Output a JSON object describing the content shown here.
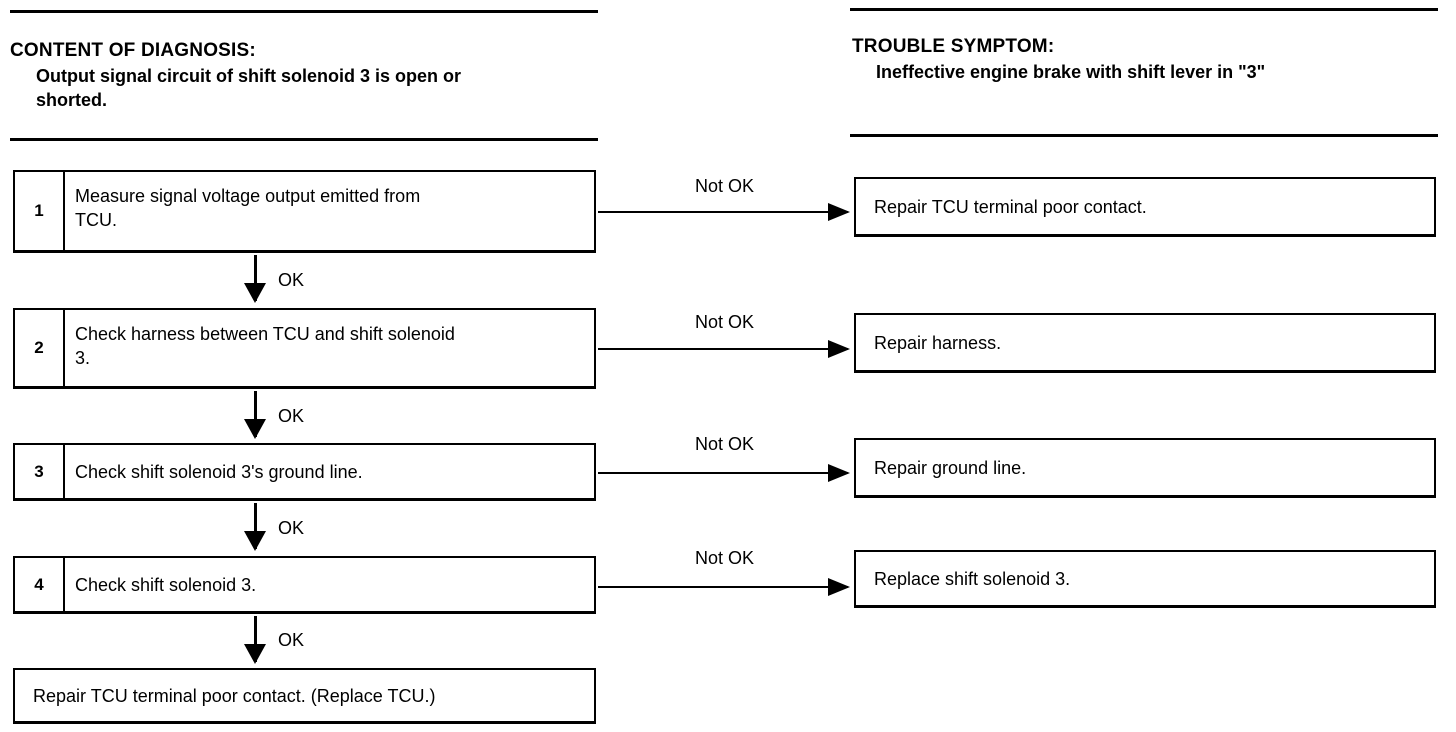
{
  "diagnosis": {
    "title": "CONTENT OF DIAGNOSIS:",
    "line1": "Output signal circuit of shift solenoid 3 is open or",
    "line2": "shorted."
  },
  "symptom": {
    "title": "TROUBLE SYMPTOM:",
    "text": "Ineffective engine brake with shift lever in \"3\""
  },
  "steps": [
    {
      "num": "1",
      "line1": "Measure signal voltage output emitted from",
      "line2": "TCU.",
      "branch": "Not OK",
      "result": "Repair TCU terminal poor contact."
    },
    {
      "num": "2",
      "line1": "Check harness between TCU and shift solenoid",
      "line2": "3.",
      "branch": "Not OK",
      "result": "Repair harness."
    },
    {
      "num": "3",
      "line1": "Check shift solenoid 3's ground line.",
      "line2": "",
      "branch": "Not OK",
      "result": "Repair ground line."
    },
    {
      "num": "4",
      "line1": "Check shift solenoid 3.",
      "line2": "",
      "branch": "Not OK",
      "result": "Replace shift solenoid 3."
    }
  ],
  "ok_labels": [
    "OK",
    "OK",
    "OK",
    "OK"
  ],
  "final": "Repair TCU terminal poor contact. (Replace TCU.)"
}
